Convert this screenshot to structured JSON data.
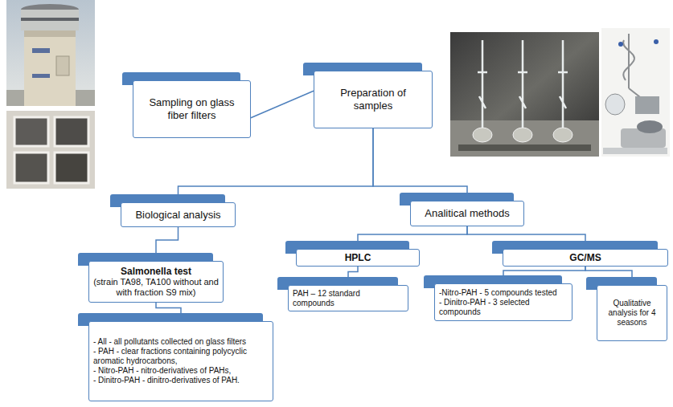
{
  "diagram": {
    "nodes": [
      {
        "text": [
          "Sampling on glass fiber filters"
        ]
      },
      {
        "text": [
          "Preparation of samples"
        ]
      },
      {
        "text": [
          "Biological analysis"
        ]
      },
      {
        "text": [
          "Analitical methods"
        ]
      },
      {
        "text": [
          "Salmonella test",
          "(strain TA98, TA100 without and with fraction S9 mix)"
        ]
      },
      {
        "text": [
          "HPLC"
        ]
      },
      {
        "text": [
          "GC/MS"
        ]
      },
      {
        "text": [
          "PAH – 12 standard compounds"
        ]
      },
      {
        "text": [
          "-Nitro-PAH - 5 compounds tested",
          "- Dinitro-PAH - 3 selected compounds"
        ]
      },
      {
        "text": [
          "Qualitative analysis for 4 seasons"
        ]
      },
      {
        "text": [
          "- All - all pollutants collected on glass filters",
          "- PAH - clear fractions containing polycyclic aromatic hydrocarbons,",
          "- Nitro-PAH - nitro-derivatives of PAHs,",
          "- Dinitro-PAH - dinitro-derivatives of PAH."
        ]
      }
    ],
    "edges": [
      {
        "from": 0,
        "to": 1,
        "arrow": "none"
      },
      {
        "from": 1,
        "to": 2,
        "arrow": "none"
      },
      {
        "from": 1,
        "to": 3,
        "arrow": "none"
      },
      {
        "from": 2,
        "to": 4,
        "arrow": "none"
      },
      {
        "from": 3,
        "to": 5,
        "arrow": "none"
      },
      {
        "from": 3,
        "to": 6,
        "arrow": "none"
      },
      {
        "from": 4,
        "to": 10,
        "arrow": "none"
      },
      {
        "from": 5,
        "to": 7,
        "arrow": "none"
      },
      {
        "from": 6,
        "to": 8,
        "arrow": "none"
      },
      {
        "from": 6,
        "to": 9,
        "arrow": "none"
      }
    ]
  }
}
